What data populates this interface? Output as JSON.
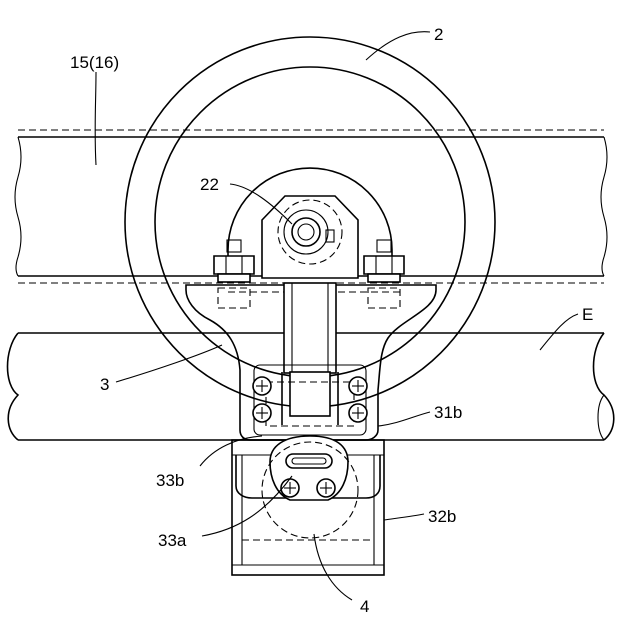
{
  "labels": {
    "ref_2": "2",
    "ref_15": "15(16)",
    "ref_22": "22",
    "ref_E": "E",
    "ref_3": "3",
    "ref_31b": "31b",
    "ref_33b": "33b",
    "ref_32b": "32b",
    "ref_33a": "33a",
    "ref_4": "4"
  }
}
